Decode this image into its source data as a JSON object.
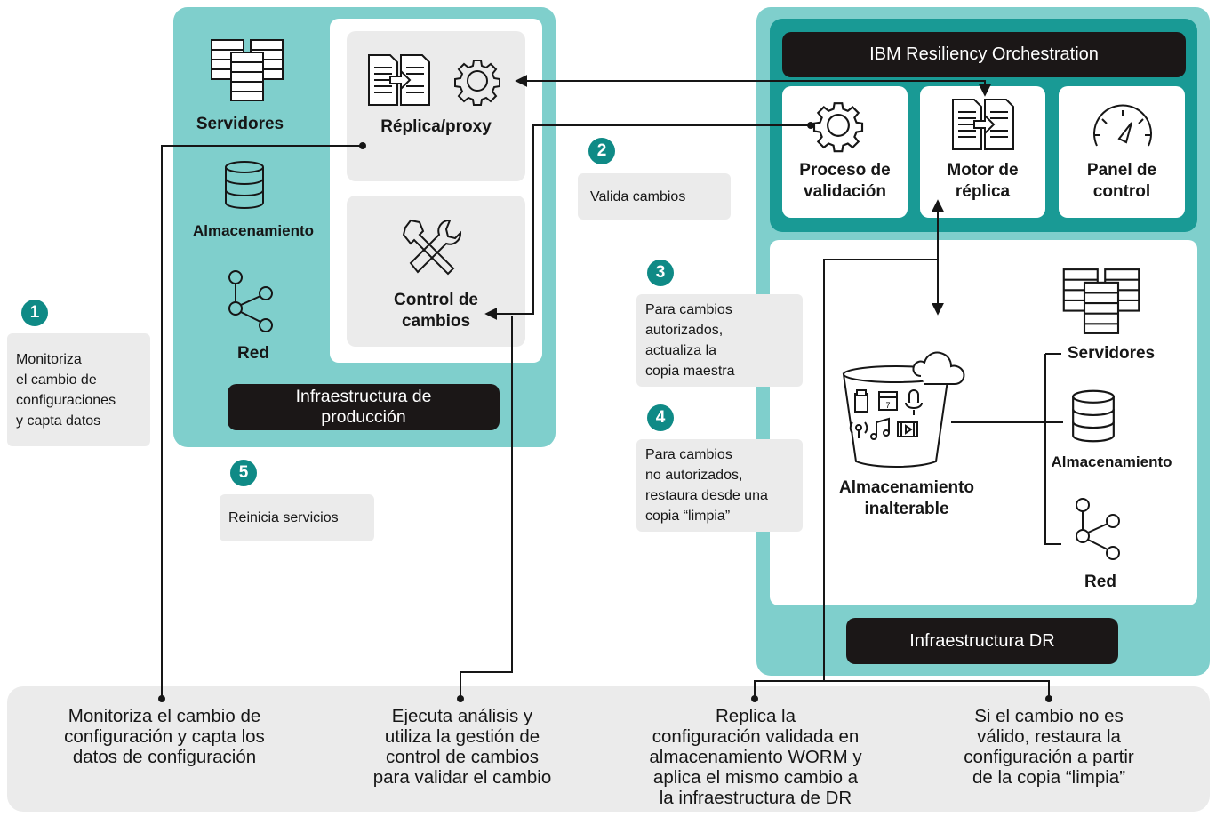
{
  "production": {
    "title": "Infraestructura de\nproducción",
    "servers": "Servidores",
    "storage": "Almacenamiento",
    "network": "Red",
    "replica_proxy": "Réplica/proxy",
    "change_control": "Control de\ncambios"
  },
  "dr": {
    "title": "Infraestructura DR",
    "orchestrator": "IBM Resiliency Orchestration",
    "validation": "Proceso de\nvalidación",
    "replication_engine": "Motor de\nréplica",
    "dashboard": "Panel de\ncontrol",
    "immutable_storage": "Almacenamiento\ninalterable",
    "servers": "Servidores",
    "storage": "Almacenamiento",
    "network": "Red"
  },
  "steps": [
    {
      "number": "1",
      "text": "Monitoriza\nel cambio de\nconfiguraciones\ny capta datos"
    },
    {
      "number": "2",
      "text": "Valida cambios"
    },
    {
      "number": "3",
      "text": "Para cambios\nautorizados,\nactualiza la\ncopia maestra"
    },
    {
      "number": "4",
      "text": "Para cambios\nno autorizados,\nrestaura desde una\ncopia “limpia”"
    },
    {
      "number": "5",
      "text": "Reinicia servicios"
    }
  ],
  "bottom": [
    "Monitoriza el cambio de\nconfiguración y capta los\ndatos de configuración",
    "Ejecuta análisis y\nutiliza la gestión de\ncontrol de cambios\npara validar el cambio",
    "Replica la\nconfiguración validada en\nalmacenamiento WORM y\naplica el mismo cambio a\nla infraestructura de DR",
    "Si el cambio no es\nválido, restaura la\nconfiguración a partir\nde la copia “limpia”"
  ],
  "icons": [
    "server-rack-icon",
    "database-icon",
    "network-icon",
    "document-copy-icon",
    "gear-icon",
    "wrench-screwdriver-icon",
    "dashboard-gauge-icon",
    "cloud-storage-bucket-icon"
  ],
  "colors": {
    "teal_light": "#7fcfcc",
    "teal_dark": "#199a95",
    "badge": "#0f8a86",
    "dark_bar": "#1b1717",
    "grey_panel": "#ebebeb"
  }
}
